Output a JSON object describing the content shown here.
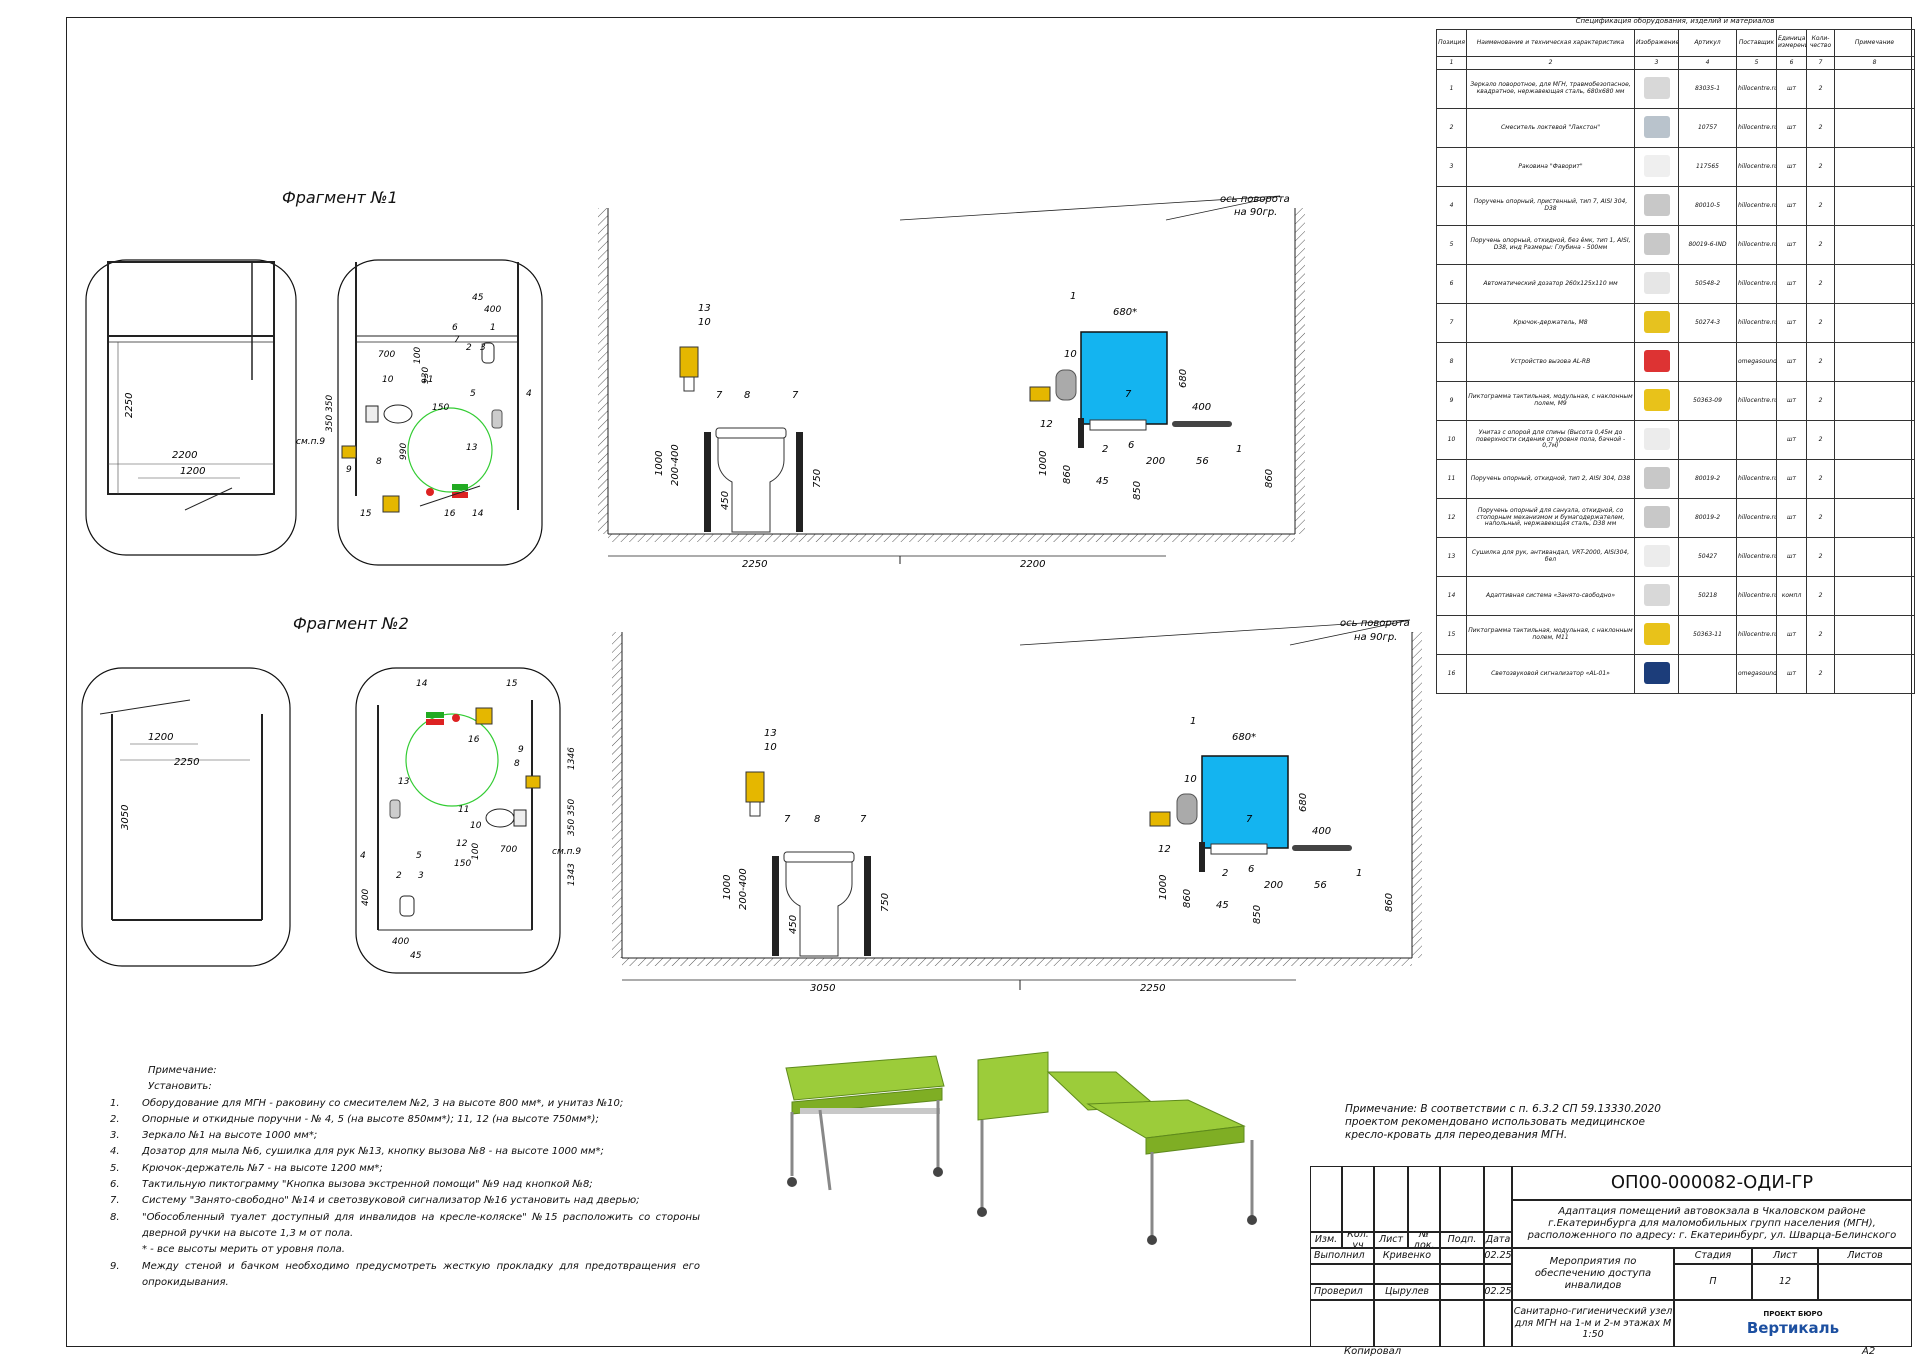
{
  "fragments": [
    {
      "title": "Фрагмент №1"
    },
    {
      "title": "Фрагмент №2"
    }
  ],
  "plan1": {
    "dims": [
      "2250",
      "2200",
      "1200"
    ],
    "room_dims": [
      "45",
      "400",
      "700",
      "100",
      "930",
      "350",
      "350",
      "150",
      "990",
      "см.п.9"
    ],
    "labels": [
      "6",
      "7",
      "1",
      "2",
      "3",
      "10",
      "11",
      "5",
      "4",
      "13",
      "9",
      "8",
      "15",
      "16",
      "14"
    ]
  },
  "plan2": {
    "dims": [
      "1200",
      "2250",
      "3050"
    ],
    "room_dims": [
      "1346",
      "350",
      "350",
      "1343",
      "700",
      "100",
      "150",
      "400",
      "400",
      "45",
      "см.п.9"
    ],
    "labels": [
      "14",
      "15",
      "16",
      "9",
      "8",
      "13",
      "11",
      "10",
      "12",
      "5",
      "2",
      "3",
      "4"
    ]
  },
  "elev1": {
    "axis_label": "ось поворота",
    "axis_label2": "на 90гр.",
    "dims_bottom": [
      "2250",
      "2200"
    ],
    "left_dims": [
      "1000",
      "200-400",
      "450",
      "750"
    ],
    "left_labels": [
      "13",
      "10",
      "7",
      "8",
      "7"
    ],
    "right_dims": [
      "680*",
      "680",
      "400",
      "1000",
      "860",
      "45",
      "200",
      "56",
      "850",
      "860"
    ],
    "right_labels": [
      "1",
      "10",
      "12",
      "7",
      "2",
      "6",
      "1"
    ]
  },
  "elev2": {
    "axis_label": "ось поворота",
    "axis_label2": "на 90гр.",
    "dims_bottom": [
      "3050",
      "2250"
    ],
    "left_dims": [
      "1000",
      "200-400",
      "450",
      "750"
    ],
    "left_labels": [
      "13",
      "10",
      "7",
      "8",
      "7"
    ],
    "right_dims": [
      "680*",
      "680",
      "400",
      "1000",
      "860",
      "45",
      "200",
      "56",
      "850",
      "860"
    ],
    "right_labels": [
      "1",
      "10",
      "12",
      "7",
      "2",
      "6",
      "1"
    ]
  },
  "spec": {
    "title": "Спецификация оборудования, изделий и материалов",
    "headers": [
      "Позиция",
      "Наименование и техническая характеристика",
      "Изображение",
      "Артикул",
      "Поставщик",
      "Единица измерения",
      "Коли-чество",
      "Примечание"
    ],
    "col_nums": [
      "1",
      "2",
      "3",
      "4",
      "5",
      "6",
      "7",
      "8"
    ],
    "rows": [
      {
        "pos": "1",
        "name": "Зеркало поворотное, для МГН, травмобезопасное, квадратное, нержавеющая сталь, 680х680 мм",
        "art": "83035-1",
        "sup": "hillocentre.ru",
        "unit": "шт",
        "qty": "2",
        "color": "#d8d8d8"
      },
      {
        "pos": "2",
        "name": "Смеситель локтевой \"Лакстон\"",
        "art": "10757",
        "sup": "hillocentre.ru",
        "unit": "шт",
        "qty": "2",
        "color": "#b9c3cc"
      },
      {
        "pos": "3",
        "name": "Раковина \"Фаворит\"",
        "art": "117565",
        "sup": "hillocentre.ru",
        "unit": "шт",
        "qty": "2",
        "color": "#efefef"
      },
      {
        "pos": "4",
        "name": "Поручень опорный, пристенный, тип 7, AISI 304, D38",
        "art": "80010-5",
        "sup": "hillocentre.ru",
        "unit": "шт",
        "qty": "2",
        "color": "#c8c8c8"
      },
      {
        "pos": "5",
        "name": "Поручень опорный, откидной, без ёмк, тип 1, AISI, D38, инд Размеры: Глубина - 500мм",
        "art": "80019-6-IND",
        "sup": "hillocentre.ru",
        "unit": "шт",
        "qty": "2",
        "color": "#c8c8c8"
      },
      {
        "pos": "6",
        "name": "Автоматический дозатор 260х125х110 мм",
        "art": "50548-2",
        "sup": "hillocentre.ru",
        "unit": "шт",
        "qty": "2",
        "color": "#e6e6e6"
      },
      {
        "pos": "7",
        "name": "Крючок-держатель, М8",
        "art": "50274-3",
        "sup": "hillocentre.ru",
        "unit": "шт",
        "qty": "2",
        "color": "#e6c21f"
      },
      {
        "pos": "8",
        "name": "Устройство вызова AL-RB",
        "art": "",
        "sup": "omegasound.ru",
        "unit": "шт",
        "qty": "2",
        "color": "#d33"
      },
      {
        "pos": "9",
        "name": "Пиктограмма тактильная, модульная, с наклонным полем, М9",
        "art": "50363-09",
        "sup": "hillocentre.ru",
        "unit": "шт",
        "qty": "2",
        "color": "#e8c21a"
      },
      {
        "pos": "10",
        "name": "Унитаз с опорой для спины (Высота 0,45м до поверхности сидения от уровня пола, бачной - 0,7м)",
        "art": "",
        "sup": "",
        "unit": "шт",
        "qty": "2",
        "color": "#ececec"
      },
      {
        "pos": "11",
        "name": "Поручень опорный, откидной, тип 2, AISI 304, D38",
        "art": "80019-2",
        "sup": "hillocentre.ru",
        "unit": "шт",
        "qty": "2",
        "color": "#c8c8c8"
      },
      {
        "pos": "12",
        "name": "Поручень опорный для санузла, откидной, со стопорным механизмом и бумагодержателем, напольный, нержавеющая сталь, D38 мм",
        "art": "80019-2",
        "sup": "hillocentre.ru",
        "unit": "шт",
        "qty": "2",
        "color": "#c8c8c8"
      },
      {
        "pos": "13",
        "name": "Сушилка для рук, антивандал, VRT-2000, AISI304, бел",
        "art": "50427",
        "sup": "hillocentre.ru",
        "unit": "шт",
        "qty": "2",
        "color": "#ececec"
      },
      {
        "pos": "14",
        "name": "Адаптивная система «Занято-свободно»",
        "art": "50218",
        "sup": "hillocentre.ru",
        "unit": "компл",
        "qty": "2",
        "color": "#d8d8d8"
      },
      {
        "pos": "15",
        "name": "Пиктограмма тактильная, модульная, с наклонным полем, М11",
        "art": "50363-11",
        "sup": "hillocentre.ru",
        "unit": "шт",
        "qty": "2",
        "color": "#e8c21a"
      },
      {
        "pos": "16",
        "name": "Светозвуковой сигнализатор «AL-01»",
        "art": "",
        "sup": "omegasound.ru",
        "unit": "шт",
        "qty": "2",
        "color": "#1c3d7a"
      }
    ]
  },
  "notes": {
    "heading": "Примечание:",
    "sub": "Установить:",
    "items": [
      {
        "num": "1.",
        "text": "Оборудование для МГН - раковину со смесителем №2, 3 на высоте 800 мм*, и унитаз №10;"
      },
      {
        "num": "2.",
        "text": "Опорные и откидные поручни - № 4, 5 (на высоте 850мм*); 11, 12 (на высоте 750мм*);"
      },
      {
        "num": "3.",
        "text": "Зеркало №1 на высоте 1000 мм*;"
      },
      {
        "num": "4.",
        "text": "Дозатор для мыла №6, сушилка для рук №13, кнопку вызова №8 - на высоте 1000 мм*;"
      },
      {
        "num": "5.",
        "text": "Крючок-держатель №7 - на высоте 1200 мм*;"
      },
      {
        "num": "6.",
        "text": "Тактильную пиктограмму \"Кнопка вызова экстренной помощи\" №9 над кнопкой №8;"
      },
      {
        "num": "7.",
        "text": "Систему \"Занято-свободно\" №14 и светозвуковой сигнализатор №16 установить над дверью;"
      },
      {
        "num": "8.",
        "text": "\"Обособленный туалет доступный для инвалидов на кресле-коляске\" №15 расположить со стороны дверной ручки на высоте 1,3 м от пола."
      },
      {
        "num": "",
        "text": "* - все высоты мерить от уровня пола."
      },
      {
        "num": "",
        "text": ""
      },
      {
        "num": "9.",
        "text": "Между стеной и бачком необходимо предусмотреть жесткую прокладку для предотвращения его опрокидывания."
      }
    ]
  },
  "note2": "Примечание: В соответствии с п. 6.3.2 СП 59.13330.2020 проектом рекомендовано использовать медицинское кресло-кровать для переодевания МГН.",
  "stamp": {
    "code": "ОП00-000082-ОДИ-ГР",
    "project": "Адаптация помещений автовокзала в Чкаловском районе г.Екатеринбурга для маломобильных групп населения (МГН), расположенного по адресу: г. Екатеринбург, ул. Шварца-Белинского",
    "section": "Мероприятия по обеспечению доступа инвалидов",
    "sheet_title": "Санитарно-гигиенический узел для МГН на 1-м и 2-м этажах М 1:50",
    "cols": [
      "Изм.",
      "Кол. уч",
      "Лист",
      "№ док.",
      "Подп.",
      "Дата"
    ],
    "stage_h": "Стадия",
    "sheet_h": "Лист",
    "sheets_h": "Листов",
    "stage": "П",
    "sheet": "12",
    "sheets": "",
    "rows": [
      {
        "role": "Выполнил",
        "name": "Кривенко",
        "date": "02.25"
      },
      {
        "role": "Проверил",
        "name": "Цырулев",
        "date": "02.25"
      }
    ],
    "logo_top": "ПРОЕКТ БЮРО",
    "logo_main": "Вертикаль",
    "copied": "Копировал",
    "format": "А2"
  }
}
